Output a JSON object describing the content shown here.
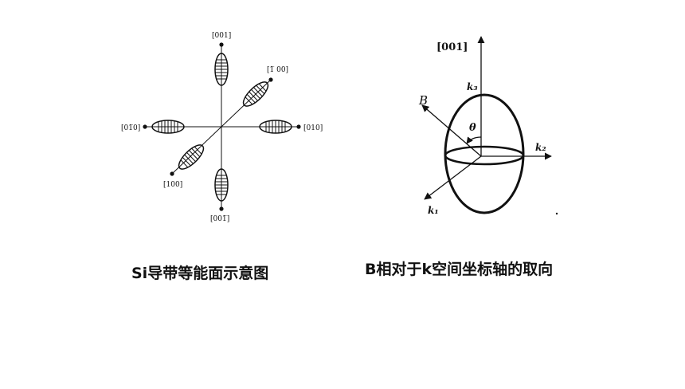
{
  "left_figure": {
    "labels": {
      "top": "[001]",
      "bottom": "[001̅]",
      "left": "[01̅0]",
      "right": "[010]",
      "upper_right": "[1̅ 00]",
      "lower_left": "[100]"
    },
    "caption": "Si导带等能面示意图"
  },
  "right_figure": {
    "labels": {
      "top": "[001]",
      "k3": "k₃",
      "k2": "k₂",
      "k1": "k₁",
      "B": "B",
      "theta": "θ"
    },
    "caption": "B相对于k空间坐标轴的取向"
  },
  "colors": {
    "ink": "#111111",
    "background": "#ffffff"
  }
}
